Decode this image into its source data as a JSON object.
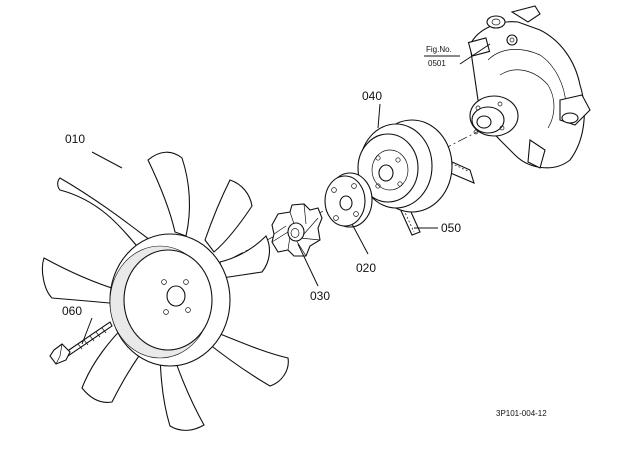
{
  "labels": {
    "fan": "010",
    "spacer_plate": "020",
    "spacer": "030",
    "pulley": "040",
    "belt": "050",
    "bolt": "060"
  },
  "figure_ref": {
    "line1": "Fig.No.",
    "line2": "0501"
  },
  "drawing_code": "3P101-004-12"
}
